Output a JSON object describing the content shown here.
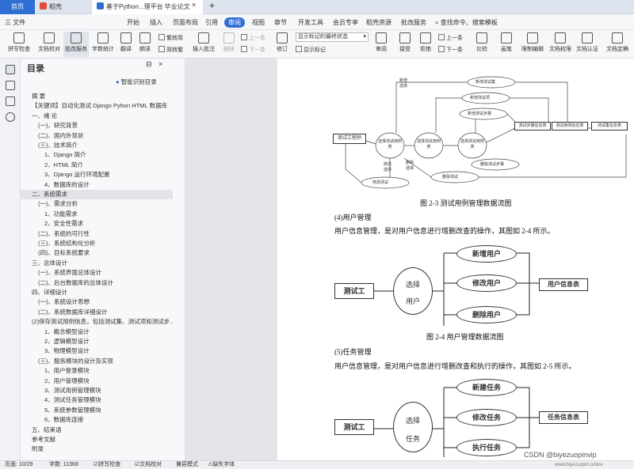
{
  "tabs": {
    "home": "首页",
    "doc1": "稻壳",
    "doc2": "基于Python...理平台 毕业论文"
  },
  "menus": [
    "三 文件",
    "开始",
    "插入",
    "页面布局",
    "引用",
    "审阅",
    "视图",
    "章节",
    "开发工具",
    "会员专享",
    "稻壳资源",
    "批改服务"
  ],
  "menu_search": "查找命令、搜索模板",
  "toolbar": {
    "spellcheck": "拼写检查",
    "doccheck": "文档校对",
    "batch": "批改服务",
    "wordcount": "字数统计",
    "translate": "翻译",
    "read": "朗读",
    "trad": "繁转简",
    "simp": "简转繁",
    "comment": "插入批注",
    "delete": "删除",
    "prev": "上一条",
    "next": "下一条",
    "revise": "修订",
    "show_select": "显示标记的最终状态",
    "show_marks": "显示标记",
    "review": "审阅",
    "accept": "接受",
    "reject": "拒绝",
    "prev2": "上一条",
    "next2": "下一条",
    "compare": "比较",
    "pen": "画笔",
    "restrict": "限制编辑",
    "perm": "文档权限",
    "auth": "文档认证",
    "finalize": "文档定稿"
  },
  "toc": {
    "title": "目录",
    "smart": "智能识别目录",
    "items": [
      "摘  要",
      "【关键词】自动化测试 Django Pyhon HTML 数据库",
      "一、绪  论",
      "(一)、研究背景",
      "(二)、国内外现状",
      "(三)、技术简介",
      "1、Django 简介",
      "2、HTML 简介",
      "3、Django 运行环境配置",
      "4、数据库的设计",
      "二、系统需求",
      "(一)、需求分析",
      "1、功能需求",
      "2、安全性需求",
      "(二)、系统的可行性",
      "(三)、系统结构化分析",
      "(四)、目标系统要求",
      "三、总体设计",
      "(一)、系统界面总体设计",
      "(二)、后台数据库的总体设计",
      "四、详细设计",
      "(一)、系统设计思想",
      "(二)、系统数据库详细设计",
      "(2)保存测试用例信息，包括测试集、测试项和测试步...",
      "1、概念模型设计",
      "2、逻辑模型设计",
      "3、物理模型设计",
      "(三)、服务模块的设计及实现",
      "1、用户登录模块",
      "2、用户管理模块",
      "3、测试用例管理模块",
      "4、测试任务管理模块",
      "5、系统参数管理模块",
      "6、数据库连接",
      "五、结束语",
      "参考文献",
      "附录"
    ]
  },
  "doc": {
    "fig23_caption": "图  2-3  测试用例管理数据流图",
    "fig23": {
      "tester": "测试工程师",
      "p1": "选择测试用例类",
      "p2": "选择测试用例类",
      "p3": "选择测试用例类",
      "add": "新增测试集",
      "addItem": "新增测试项",
      "addStep": "新增测试步骤",
      "tbl1": "测试步骤信息表",
      "tbl2": "测试用例信息表",
      "tbl3": "测试集信息表",
      "del": "删除测试",
      "delStep": "删除测试步骤",
      "mod": "修改测试",
      "newsel": "新增选择",
      "modsel": "修改选择",
      "delsel": "删除选择"
    },
    "sec4": "(4)用户管理",
    "para4": "用户信息管理，是对用户信息进行增删改查的操作，其图如 2-4 所示。",
    "fig24": {
      "tester": "测试工",
      "select": "选择",
      "user": "用户",
      "add": "新增用户",
      "mod": "修改用户",
      "del": "删除用户",
      "table": "用户信息表"
    },
    "fig24_caption": "图  2-4  用户管理数据流图",
    "sec5": "(5)任务管理",
    "para5": "用户信息管理，是对用户信息进行增删改查和执行的操作，其图如 2-5 所示。",
    "fig25": {
      "tester": "测试工",
      "select": "选择",
      "task": "任务",
      "add": "新建任务",
      "mod": "修改任务",
      "exec": "执行任务",
      "table": "任务信息表"
    }
  },
  "status": {
    "page": "页面: 10/29",
    "words": "字数: 11368",
    "spell": "拼写检查",
    "check": "文档校对",
    "mode": "兼容模式",
    "font": "缺失字体",
    "watermark": "CSDN @biyezuopinvip",
    "url": "www.biyezuopin.online"
  }
}
